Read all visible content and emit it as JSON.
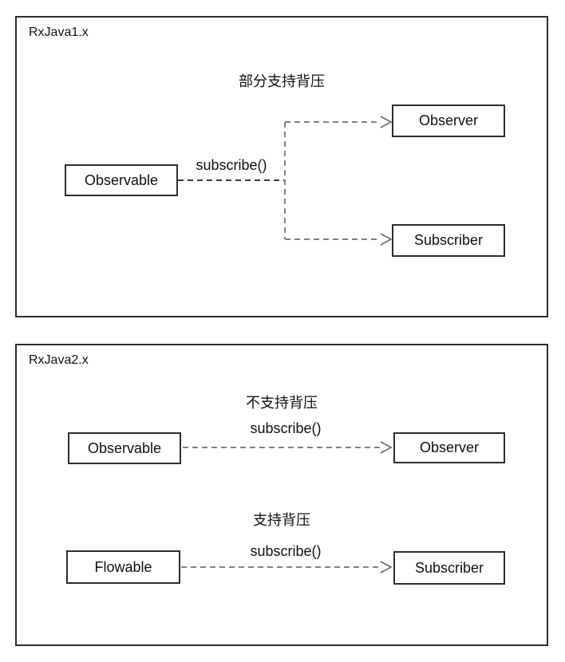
{
  "colors": {
    "background": "#ffffff",
    "panel-border": "#2e2e2e",
    "box-border": "#2e2e2e",
    "text": "#111111",
    "connector": "#828282",
    "connector-dark": "#3c3c3c",
    "arrow": "#6b6b6b"
  },
  "panel1": {
    "title": "RxJava1.x",
    "caption": "部分支持背压",
    "edge_label": "subscribe()",
    "source": "Observable",
    "target_top": "Observer",
    "target_bottom": "Subscriber"
  },
  "panel2": {
    "title": "RxJava2.x",
    "rows": [
      {
        "caption": "不支持背压",
        "edge_label": "subscribe()",
        "source": "Observable",
        "target": "Observer"
      },
      {
        "caption": "支持背压",
        "edge_label": "subscribe()",
        "source": "Flowable",
        "target": "Subscriber"
      }
    ]
  }
}
